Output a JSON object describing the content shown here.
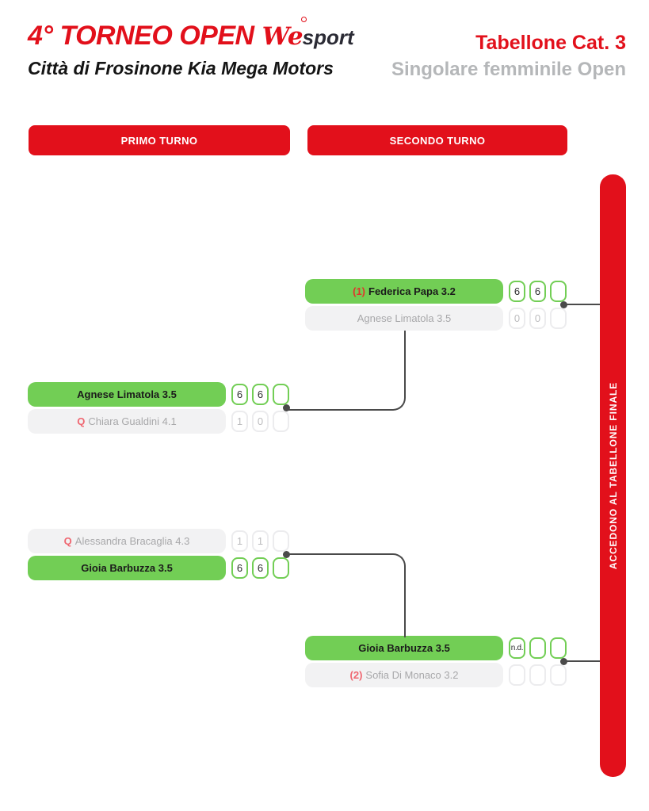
{
  "page": {
    "title_left": "4° TORNEO OPEN",
    "logo_we": "We",
    "logo_sport": "sport",
    "subtitle_left": "Città di Frosinone Kia Mega Motors",
    "title_right": "Tabellone Cat. 3",
    "subtitle_right": "Singolare femminile Open"
  },
  "rounds": [
    {
      "label": "PRIMO TURNO"
    },
    {
      "label": "SECONDO TURNO"
    }
  ],
  "final_bar": {
    "label": "ACCEDONO AL TABELLONE FINALE"
  },
  "colors": {
    "red": "#e2101b",
    "green": "#72ce55",
    "loser-bg": "#f2f2f3",
    "loser-text": "#a8a8aa",
    "dark": "#1b1b1b",
    "connector": "#4a4a4a",
    "seed-red": "#e0352c",
    "pink-red": "#ef6670",
    "box-border-loser": "#ececee",
    "box-text-loser": "#bcbcbe",
    "gray-sub": "#b5b7b9"
  },
  "matches": [
    {
      "round": "SECONDO TURNO",
      "position": "top",
      "players": [
        {
          "prefix": "(1)",
          "name": "Federica Papa 3.2",
          "winner": true,
          "scores": [
            "6",
            "6",
            ""
          ]
        },
        {
          "prefix": "",
          "name": "Agnese Limatola 3.5",
          "winner": false,
          "scores": [
            "0",
            "0",
            ""
          ]
        }
      ]
    },
    {
      "round": "PRIMO TURNO",
      "position": "top",
      "players": [
        {
          "prefix": "",
          "name": "Agnese Limatola 3.5",
          "winner": true,
          "scores": [
            "6",
            "6",
            ""
          ]
        },
        {
          "prefix": "Q",
          "name": "Chiara Gualdini 4.1",
          "winner": false,
          "scores": [
            "1",
            "0",
            ""
          ]
        }
      ]
    },
    {
      "round": "PRIMO TURNO",
      "position": "bottom",
      "players": [
        {
          "prefix": "Q",
          "name": "Alessandra Bracaglia 4.3",
          "winner": false,
          "scores": [
            "1",
            "1",
            ""
          ]
        },
        {
          "prefix": "",
          "name": "Gioia Barbuzza 3.5",
          "winner": true,
          "scores": [
            "6",
            "6",
            ""
          ]
        }
      ]
    },
    {
      "round": "SECONDO TURNO",
      "position": "bottom",
      "players": [
        {
          "prefix": "",
          "name": "Gioia Barbuzza 3.5",
          "winner": true,
          "scores": [
            "n.d.",
            "",
            ""
          ]
        },
        {
          "prefix": "(2)",
          "name": "Sofia Di Monaco 3.2",
          "winner": false,
          "scores": [
            "",
            "",
            ""
          ]
        }
      ]
    }
  ]
}
